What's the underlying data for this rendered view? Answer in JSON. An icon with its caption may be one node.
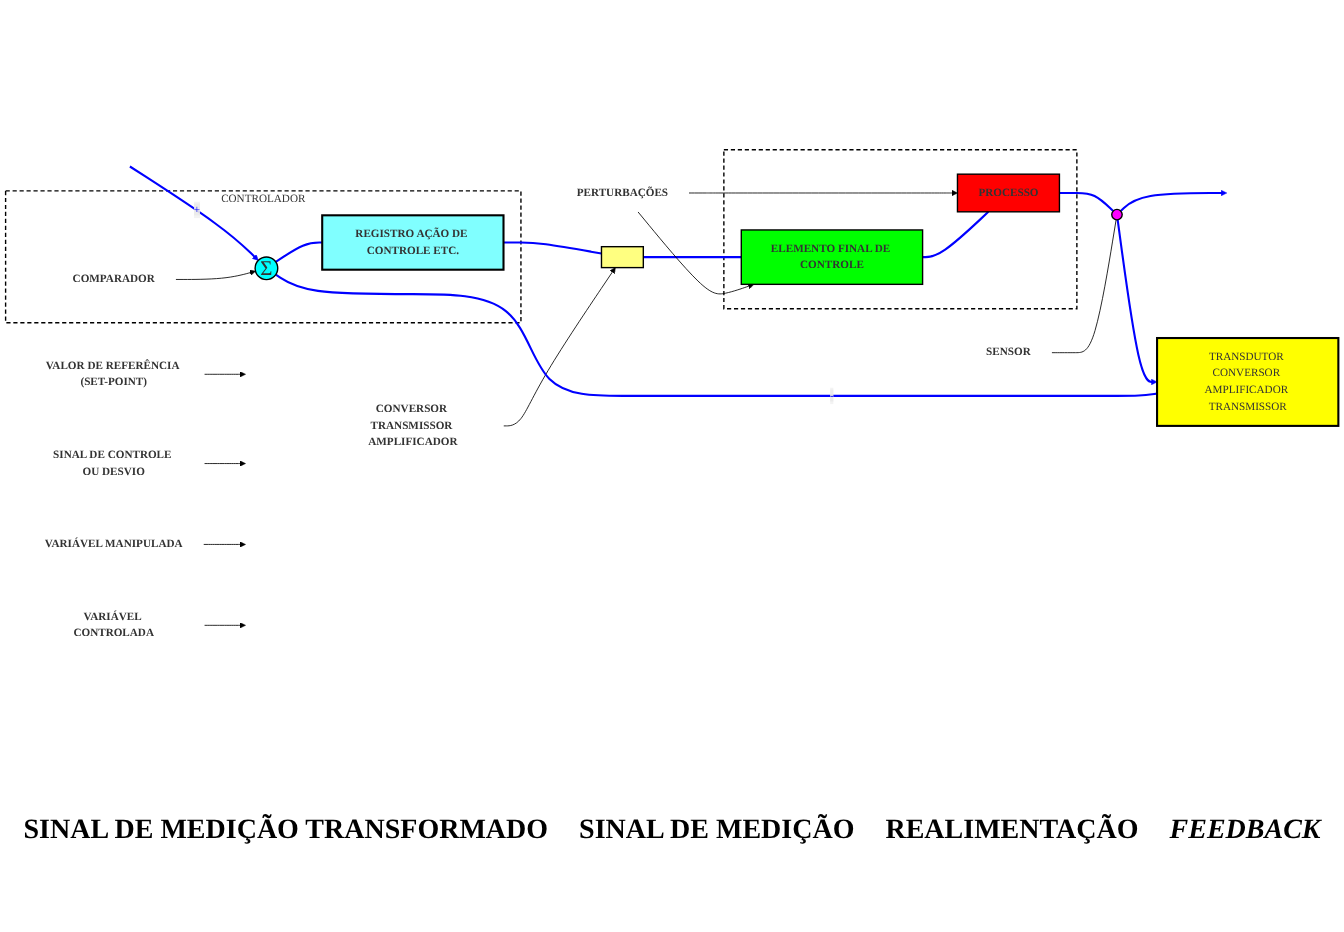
{
  "diagram": {
    "nodes": [
      {
        "text": [
          "VALOR DE REFERÊNCIA (SET-POINT)"
        ]
      },
      {
        "text": [
          "CONTROLADOR"
        ]
      },
      {
        "text": [
          "COMPARADOR"
        ],
        "in": 1
      },
      {
        "text": [
          "Σ"
        ],
        "in": 1
      },
      {
        "text": [
          "REGISTRO AÇÃO DE CONTROLE ETC."
        ],
        "in": 1
      },
      {
        "text": [
          "CONVERSOR TRANSMISSOR AMPLIFICADOR"
        ]
      },
      {
        "text": [],
        "shape": "box"
      },
      {
        "text": [],
        "shape": "box"
      },
      {
        "text": [
          "PERTURBAÇÕES"
        ]
      },
      {
        "text": [
          "ELEMENTO FINAL DE CONTROLE"
        ],
        "in": 7
      },
      {
        "text": [
          "PROCESSO"
        ],
        "in": 7
      },
      {
        "text": [
          "SENSOR"
        ]
      },
      {
        "text": [],
        "shape": "circle"
      },
      {
        "text": [
          "SINAL DE CONTROLE OU DESVIO"
        ]
      },
      {
        "text": [
          "VARIÁVEL MANIPULADA"
        ]
      },
      {
        "text": [
          "VARIÁVEL CONTROLADA"
        ]
      },
      {
        "text": [
          "TRANSDUTOR CONVERSOR AMPLIFICADOR TRANSMISSOR"
        ]
      }
    ],
    "edges": [
      {
        "from": null,
        "to": 3,
        "arrow": "to",
        "label": "+",
        "color": "#0000ff"
      },
      {
        "from": 0,
        "to": null,
        "arrow": "to",
        "color": "#000000"
      },
      {
        "from": 2,
        "to": 3,
        "arrow": "to",
        "color": "#000000"
      },
      {
        "from": 3,
        "to": 4,
        "arrow": "none",
        "color": "#0000ff"
      },
      {
        "from": 4,
        "to": 6,
        "arrow": "none",
        "color": "#0000ff"
      },
      {
        "from": 5,
        "to": 6,
        "arrow": "to",
        "color": "#000000"
      },
      {
        "from": 6,
        "to": 9,
        "arrow": "none",
        "color": "#0000ff"
      },
      {
        "from": 8,
        "to": 9,
        "arrow": "to",
        "color": "#000000"
      },
      {
        "from": 8,
        "to": 10,
        "arrow": "to",
        "color": "#000000"
      },
      {
        "from": 9,
        "to": 10,
        "arrow": "none",
        "color": "#0000ff"
      },
      {
        "from": 10,
        "to": 12,
        "arrow": "none",
        "color": "#0000ff"
      },
      {
        "from": 11,
        "to": 12,
        "arrow": "none",
        "color": "#000000"
      },
      {
        "from": 12,
        "to": null,
        "arrow": "to",
        "color": "#0000ff"
      },
      {
        "from": 13,
        "to": null,
        "arrow": "to",
        "color": "#000000"
      },
      {
        "from": 14,
        "to": null,
        "arrow": "to",
        "color": "#000000"
      },
      {
        "from": 15,
        "to": null,
        "arrow": "to",
        "color": "#000000"
      },
      {
        "from": 12,
        "to": 16,
        "arrow": "to",
        "color": "#0000ff"
      },
      {
        "from": 16,
        "to": 3,
        "arrow": "none",
        "label": "-",
        "color": "#0000ff"
      }
    ],
    "labels": [
      "SINAL DE MEDIÇÃO TRANSFORMADO",
      "SINAL DE MEDIÇÃO",
      "REALIMENTAÇÃO",
      "FEEDBACK"
    ]
  }
}
